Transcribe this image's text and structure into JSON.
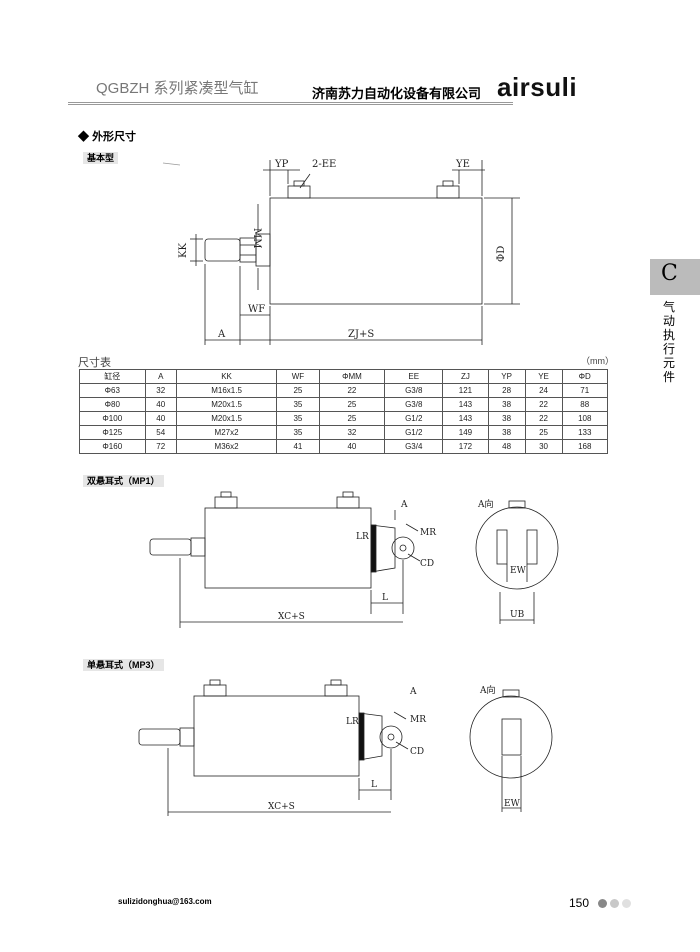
{
  "header": {
    "series": "QGBZH 系列紧凑型气缸",
    "company": "济南苏力自动化设备有限公司",
    "brand": "airsuli"
  },
  "section": {
    "title": "外形尺寸",
    "basic_tag": "基本型",
    "mp1_tag": "双悬耳式（MP1）",
    "mp3_tag": "单悬耳式（MP3）"
  },
  "side_tab": {
    "letter": "C",
    "text": "气动执行元件"
  },
  "drawing_basic": {
    "yp": "YP",
    "ee": "2-EE",
    "ye": "YE",
    "mm": "MM",
    "kk": "KK",
    "d": "ΦD",
    "wf": "WF",
    "a": "A",
    "zj": "ZJ+S"
  },
  "drawing_mp1": {
    "a": "A",
    "lr": "LR",
    "mr": "MR",
    "cd": "CD",
    "l": "L",
    "xc": "XC+S",
    "view": "A向",
    "ew": "EW",
    "ub": "UB"
  },
  "drawing_mp3": {
    "a": "A",
    "lr": "LR",
    "mr": "MR",
    "cd": "CD",
    "l": "L",
    "xc": "XC+S",
    "view": "A向",
    "ew": "EW"
  },
  "table": {
    "title": "尺寸表",
    "unit": "（mm）",
    "headers": [
      "缸径",
      "A",
      "KK",
      "WF",
      "ΦMM",
      "EE",
      "ZJ",
      "YP",
      "YE",
      "ΦD"
    ],
    "rows": [
      [
        "Φ63",
        "32",
        "M16x1.5",
        "25",
        "22",
        "G3/8",
        "121",
        "28",
        "24",
        "71"
      ],
      [
        "Φ80",
        "40",
        "M20x1.5",
        "35",
        "25",
        "G3/8",
        "143",
        "38",
        "22",
        "88"
      ],
      [
        "Φ100",
        "40",
        "M20x1.5",
        "35",
        "25",
        "G1/2",
        "143",
        "38",
        "22",
        "108"
      ],
      [
        "Φ125",
        "54",
        "M27x2",
        "35",
        "32",
        "G1/2",
        "149",
        "38",
        "25",
        "133"
      ],
      [
        "Φ160",
        "72",
        "M36x2",
        "41",
        "40",
        "G3/4",
        "172",
        "48",
        "30",
        "168"
      ]
    ]
  },
  "footer": {
    "email": "sulizidonghua@163.com",
    "page": "150"
  },
  "colors": {
    "dot1": "#888888",
    "dot2": "#c8c8c8",
    "dot3": "#e0e0e0"
  }
}
